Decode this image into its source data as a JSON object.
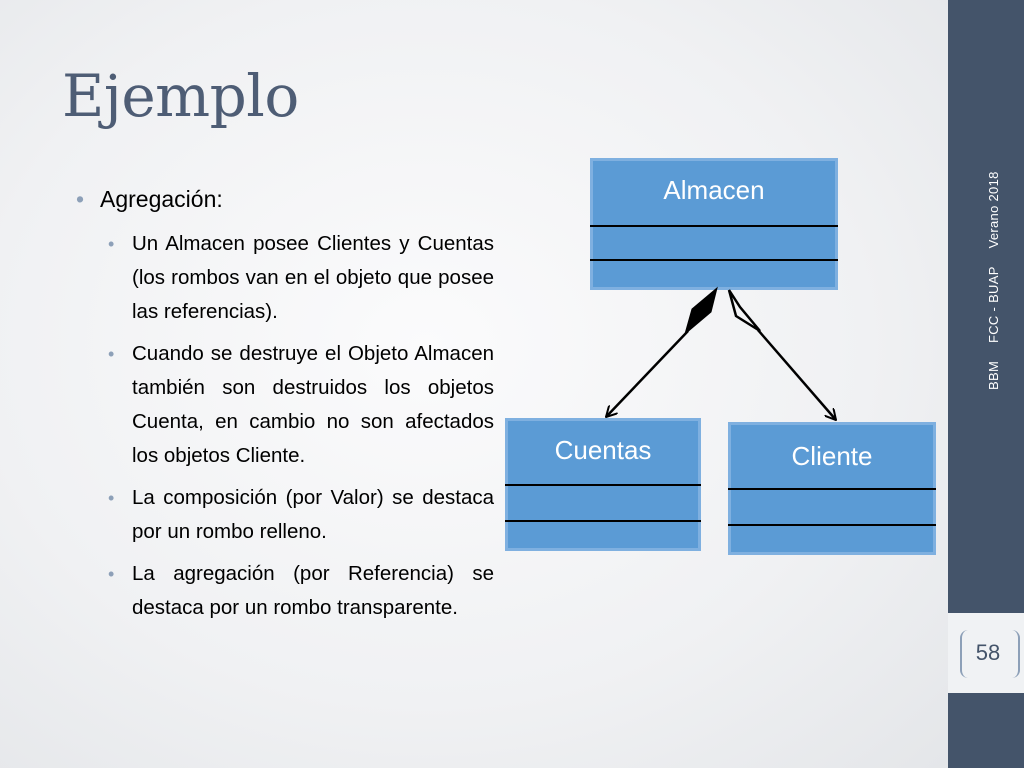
{
  "title": "Ejemplo",
  "bullets": {
    "heading": "Agregación:",
    "items": [
      "Un Almacen posee Clientes y Cuentas (los rombos van en el objeto que posee las referencias).",
      "Cuando se destruye el Objeto Almacen también son destruidos los objetos Cuenta, en cambio no son afectados los objetos Cliente.",
      "La composición (por Valor) se destaca por un rombo relleno.",
      "La agregación (por Referencia) se destaca por un rombo transparente."
    ]
  },
  "diagram": {
    "classes": {
      "almacen": "Almacen",
      "cuentas": "Cuentas",
      "cliente": "Cliente"
    },
    "box_color": "#5b9bd5"
  },
  "footer": {
    "bbm": "BBM",
    "fcc": "FCC - BUAP",
    "term": "Verano 2018"
  },
  "page_number": "58",
  "colors": {
    "sidebar": "#44546a",
    "title": "#4e5d75",
    "bullet": "#8da0b8"
  }
}
